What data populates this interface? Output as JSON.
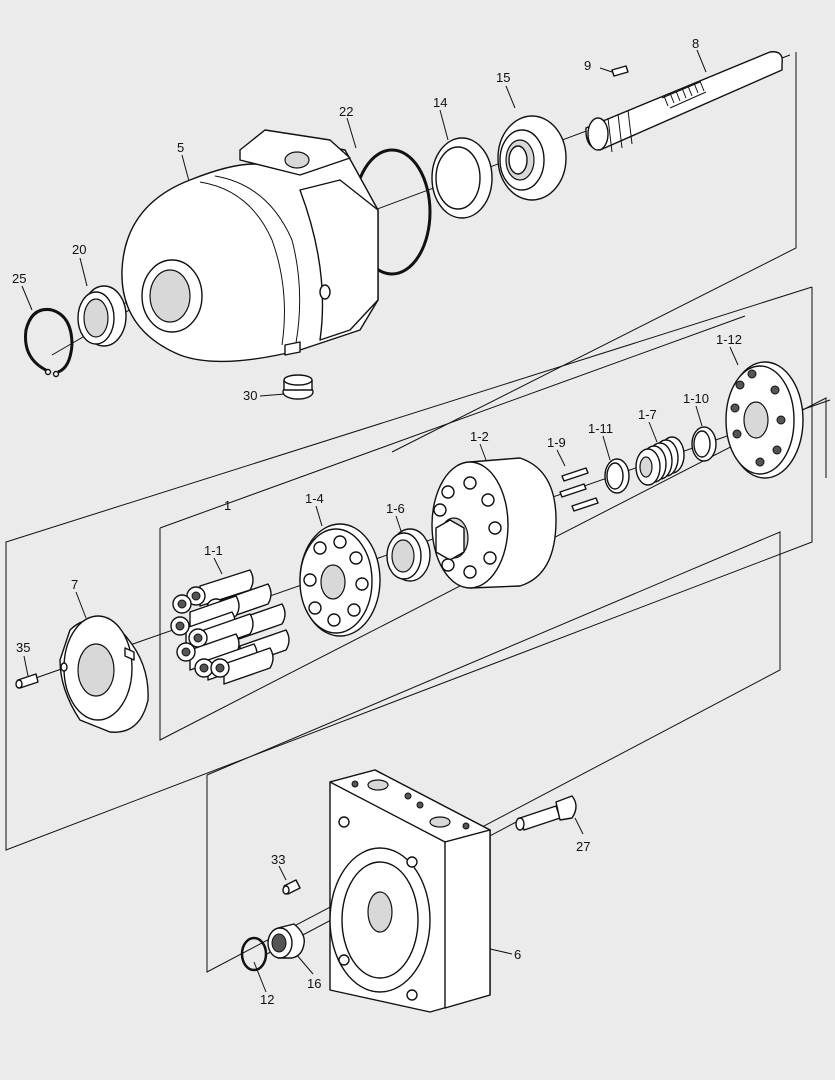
{
  "callouts": [
    {
      "id": "c8",
      "text": "8"
    },
    {
      "id": "c9",
      "text": "9"
    },
    {
      "id": "c15",
      "text": "15"
    },
    {
      "id": "c14",
      "text": "14"
    },
    {
      "id": "c22",
      "text": "22"
    },
    {
      "id": "c5",
      "text": "5"
    },
    {
      "id": "c20",
      "text": "20"
    },
    {
      "id": "c25",
      "text": "25"
    },
    {
      "id": "c30",
      "text": "30"
    },
    {
      "id": "c1-12",
      "text": "1-12"
    },
    {
      "id": "c1-10",
      "text": "1-10"
    },
    {
      "id": "c1-7",
      "text": "1-7"
    },
    {
      "id": "c1-11",
      "text": "1-11"
    },
    {
      "id": "c1-9",
      "text": "1-9"
    },
    {
      "id": "c1-2",
      "text": "1-2"
    },
    {
      "id": "c1",
      "text": "1"
    },
    {
      "id": "c1-4",
      "text": "1-4"
    },
    {
      "id": "c1-6",
      "text": "1-6"
    },
    {
      "id": "c1-1",
      "text": "1-1"
    },
    {
      "id": "c7",
      "text": "7"
    },
    {
      "id": "c35",
      "text": "35"
    },
    {
      "id": "c27",
      "text": "27"
    },
    {
      "id": "c33",
      "text": "33"
    },
    {
      "id": "c6",
      "text": "6"
    },
    {
      "id": "c16",
      "text": "16"
    },
    {
      "id": "c12",
      "text": "12"
    }
  ]
}
